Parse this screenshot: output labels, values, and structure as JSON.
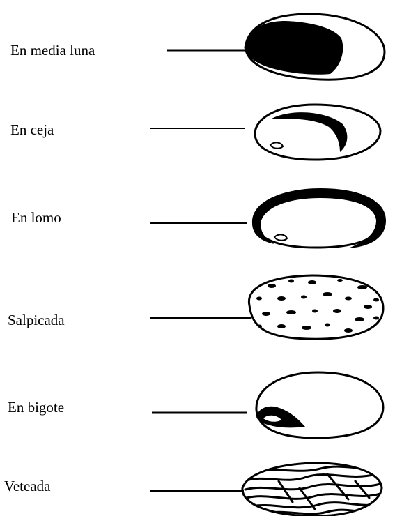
{
  "patterns": [
    {
      "label": "En media luna"
    },
    {
      "label": "En ceja"
    },
    {
      "label": "En lomo"
    },
    {
      "label": "Salpicada"
    },
    {
      "label": "En bigote"
    },
    {
      "label": "Veteada"
    }
  ]
}
